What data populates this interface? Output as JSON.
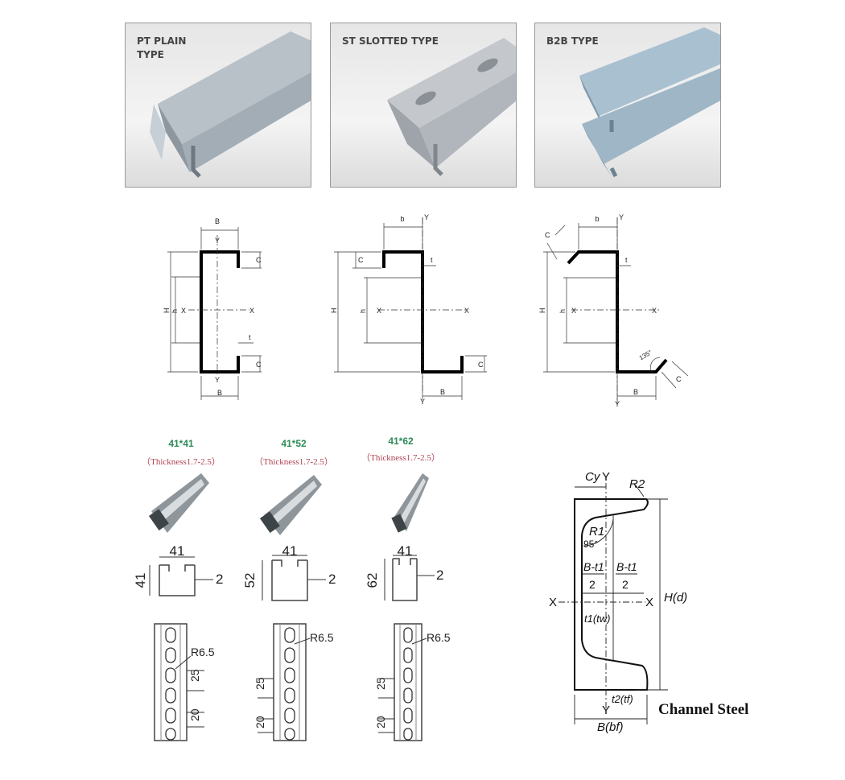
{
  "photos": [
    {
      "label": "PT PLAIN\nTYPE"
    },
    {
      "label": "ST SLOTTED TYPE"
    },
    {
      "label": "B2B TYPE"
    }
  ],
  "section_labels": {
    "B": "B",
    "b": "b",
    "Y": "Y",
    "X": "X",
    "H": "H",
    "h": "h",
    "C": "C",
    "t": "t",
    "angle": "135°"
  },
  "products": [
    {
      "title": "41*41",
      "thickness": "（Thickness1.7-2.5）",
      "width": "41",
      "height": "41",
      "t": "2",
      "radius": "R6.5",
      "pitch": "25",
      "slot": "20"
    },
    {
      "title": "41*52",
      "thickness": "（Thickness1.7-2.5）",
      "width": "41",
      "height": "52",
      "t": "2",
      "radius": "R6.5",
      "pitch": "25",
      "slot": "20"
    },
    {
      "title": "41*62",
      "thickness": "（Thickness1.7-2.5）",
      "width": "41",
      "height": "62",
      "t": "2",
      "radius": "R6.5",
      "pitch": "25",
      "slot": "20"
    }
  ],
  "channel_steel": {
    "title": "Channel Steel",
    "cy": "Cy",
    "y": "Y",
    "x": "X",
    "r1": "R1",
    "r2": "R2",
    "angle": "95°",
    "half_left": "B-t1",
    "half_right": "B-t1",
    "two": "2",
    "height": "H(d)",
    "web": "t1(tw)",
    "flange": "t2(tf)",
    "width": "B(bf)"
  }
}
